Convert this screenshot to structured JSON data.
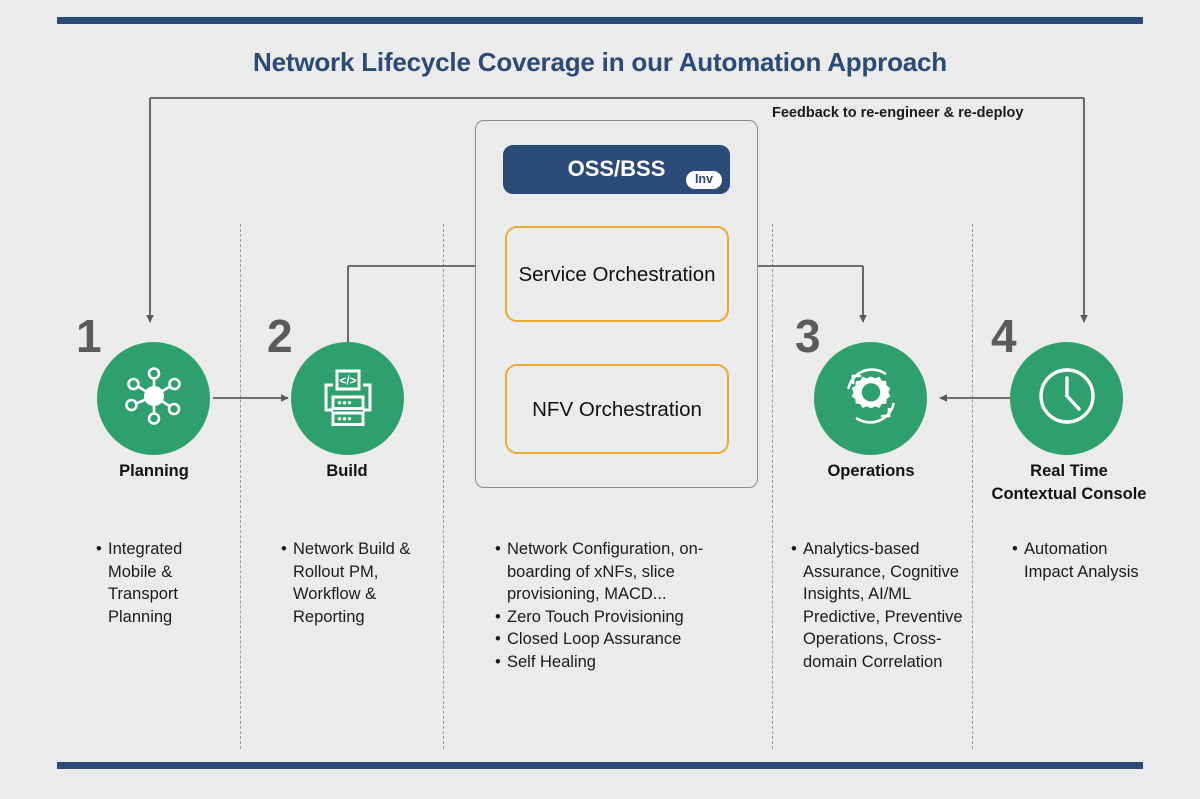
{
  "title": "Network Lifecycle Coverage in our Automation Approach",
  "feedback_label": "Feedback to re-engineer & re-deploy",
  "colors": {
    "background": "#ebebeb",
    "navy": "#2b4a78",
    "green": "#2ea06d",
    "amber": "#e8ab2e",
    "number_gray": "#5b5b5b",
    "connector_gray": "#5b5b5b",
    "dashed_gray": "#9a9a9a"
  },
  "center_panel": {
    "ossbss": {
      "label": "OSS/BSS",
      "badge": "Inv"
    },
    "boxes": [
      {
        "label": "Service Orchestration"
      },
      {
        "label": "NFV Orchestration"
      }
    ]
  },
  "stages": [
    {
      "number": "1",
      "title": "Planning",
      "icon": "network-hub-icon",
      "bullets": [
        "Integrated Mobile & Transport Planning"
      ]
    },
    {
      "number": "2",
      "title": "Build",
      "icon": "code-server-stack-icon",
      "bullets": [
        "Network Build & Rollout PM, Workflow & Reporting"
      ]
    },
    {
      "number": "3",
      "title": "Operations",
      "icon": "gear-refresh-scan-icon",
      "bullets": [
        "Analytics-based Assurance, Cognitive Insights, AI/ML Predictive, Preventive Operations, Cross-domain Correlation"
      ]
    },
    {
      "number": "4",
      "title": "Real Time Contextual Console",
      "icon": "clock-icon",
      "bullets": [
        "Automation Impact Analysis"
      ]
    }
  ],
  "center_bullets": [
    "Network Configuration, on-boarding of xNFs, slice provisioning, MACD...",
    "Zero Touch Provisioning",
    "Closed Loop Assurance",
    "Self Healing"
  ]
}
